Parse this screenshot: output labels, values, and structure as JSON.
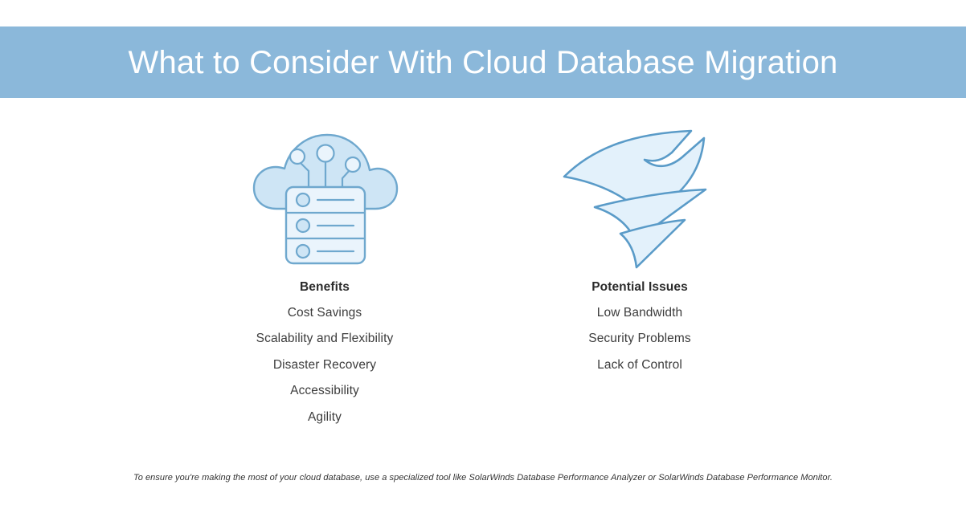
{
  "header": {
    "title": "What to Consider With Cloud Database Migration",
    "band_color": "#8bb8da",
    "title_color": "#ffffff"
  },
  "icons": {
    "cloud_database": {
      "name": "cloud-database-icon",
      "cloud_fill": "#cee5f5",
      "server_fill": "#eaf4fc",
      "stroke": "#6fa8ce"
    },
    "solarwinds_mark": {
      "name": "solarwinds-logo-icon",
      "fill": "#e3f1fb",
      "stroke": "#5a9bc8"
    }
  },
  "columns": [
    {
      "heading": "Benefits",
      "items": [
        "Cost Savings",
        "Scalability and Flexibility",
        "Disaster Recovery",
        "Accessibility",
        "Agility"
      ]
    },
    {
      "heading": "Potential Issues",
      "items": [
        "Low Bandwidth",
        "Security Problems",
        "Lack of Control"
      ]
    }
  ],
  "footer": {
    "note": "To ensure you're making the most of your cloud database, use a specialized tool like SolarWinds Database Performance Analyzer or SolarWinds Database Performance Monitor."
  },
  "theme": {
    "background": "#ffffff",
    "heading_text": "#2b2b2b",
    "body_text": "#3c3c3c",
    "footer_text": "#333333"
  }
}
